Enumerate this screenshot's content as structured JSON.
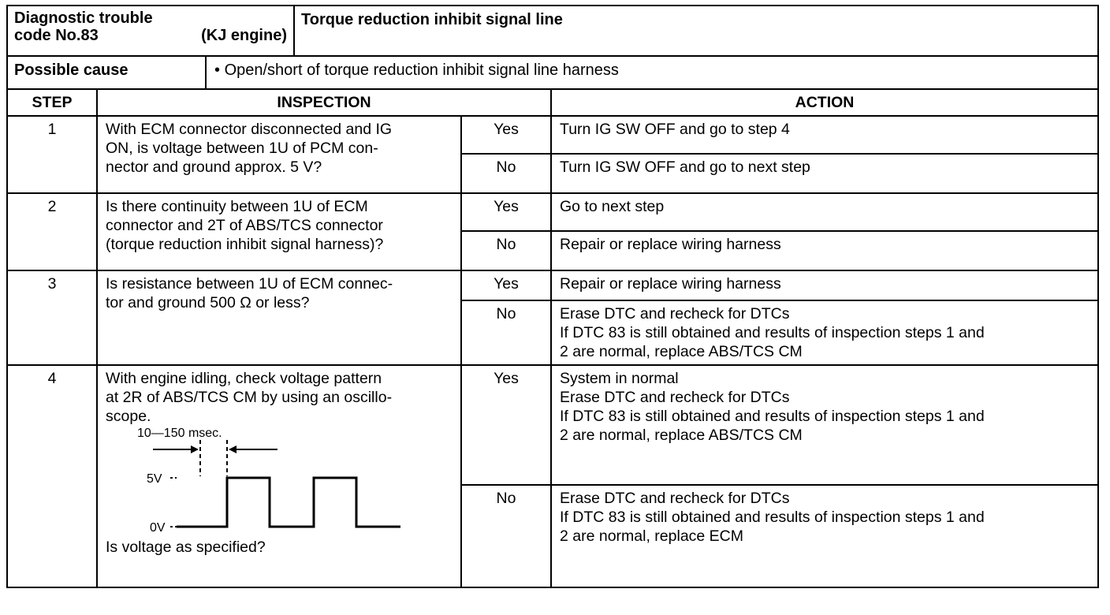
{
  "header": {
    "code_line1": "Diagnostic trouble",
    "code_line2a": "code No.83",
    "code_line2b": "(KJ engine)",
    "title": "Torque reduction inhibit signal line"
  },
  "possible_cause": {
    "label": "Possible cause",
    "bullet": "•",
    "text": "Open/short of torque reduction inhibit signal line harness"
  },
  "columns": {
    "step": "STEP",
    "inspection": "INSPECTION",
    "action": "ACTION"
  },
  "steps": [
    {
      "number": "1",
      "inspection": [
        "With ECM connector disconnected and IG",
        "ON, is voltage between 1U of PCM con-",
        "nector and ground approx. 5 V?"
      ],
      "yes": {
        "label": "Yes",
        "action": [
          "Turn IG SW OFF and go to step 4"
        ]
      },
      "no": {
        "label": "No",
        "action": [
          "Turn IG SW OFF and go to next step"
        ]
      }
    },
    {
      "number": "2",
      "inspection": [
        "Is there continuity between 1U of ECM",
        "connector and 2T of ABS/TCS connector",
        "(torque reduction inhibit signal harness)?"
      ],
      "yes": {
        "label": "Yes",
        "action": [
          "Go to next step"
        ]
      },
      "no": {
        "label": "No",
        "action": [
          "Repair or replace wiring harness"
        ]
      }
    },
    {
      "number": "3",
      "inspection": [
        "Is resistance between 1U of ECM connec-",
        "tor and ground 500 Ω or less?"
      ],
      "yes": {
        "label": "Yes",
        "action": [
          "Repair or replace wiring harness"
        ]
      },
      "no": {
        "label": "No",
        "action": [
          "Erase DTC and recheck for DTCs",
          "If DTC 83 is still obtained and results of inspection steps 1 and",
          "2 are normal, replace ABS/TCS CM"
        ]
      }
    },
    {
      "number": "4",
      "inspection": [
        "With engine idling, check voltage pattern",
        "at 2R of ABS/TCS CM by using an oscillo-",
        "scope."
      ],
      "waveform": {
        "period_label": "10—150 msec.",
        "high_label": "5V",
        "low_label": "0V"
      },
      "inspection_after": "Is voltage as specified?",
      "yes": {
        "label": "Yes",
        "action": [
          "System in normal",
          "Erase DTC and recheck for DTCs",
          "If DTC 83 is still obtained and results of inspection steps 1 and",
          "2 are normal, replace ABS/TCS CM"
        ]
      },
      "no": {
        "label": "No",
        "action": [
          "Erase DTC and recheck for DTCs",
          "If DTC 83 is still obtained and results of inspection steps 1 and",
          "2 are normal, replace ECM"
        ]
      }
    }
  ]
}
